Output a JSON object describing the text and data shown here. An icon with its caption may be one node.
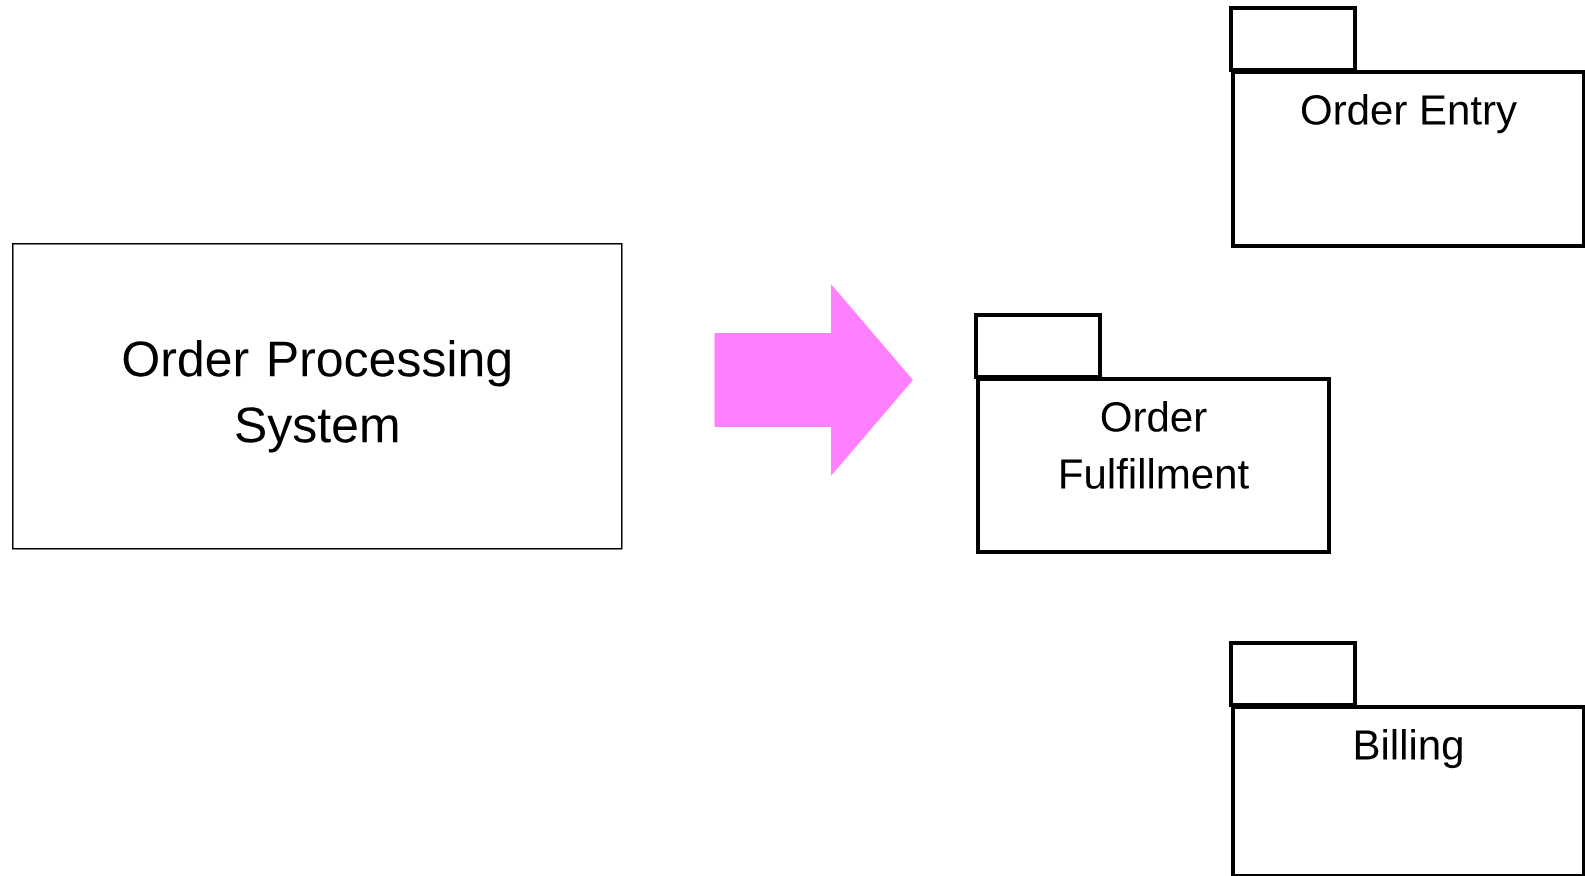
{
  "diagram": {
    "nodes": [
      {
        "text": [
          "Order Processing System"
        ]
      },
      {
        "text": [
          "Order Entry"
        ]
      },
      {
        "text": [
          "Order Fulfillment"
        ]
      },
      {
        "text": [
          "Billing"
        ]
      }
    ],
    "edges": [
      {
        "from": 0,
        "to": 2,
        "arrow": "to",
        "style": "thick"
      }
    ]
  }
}
